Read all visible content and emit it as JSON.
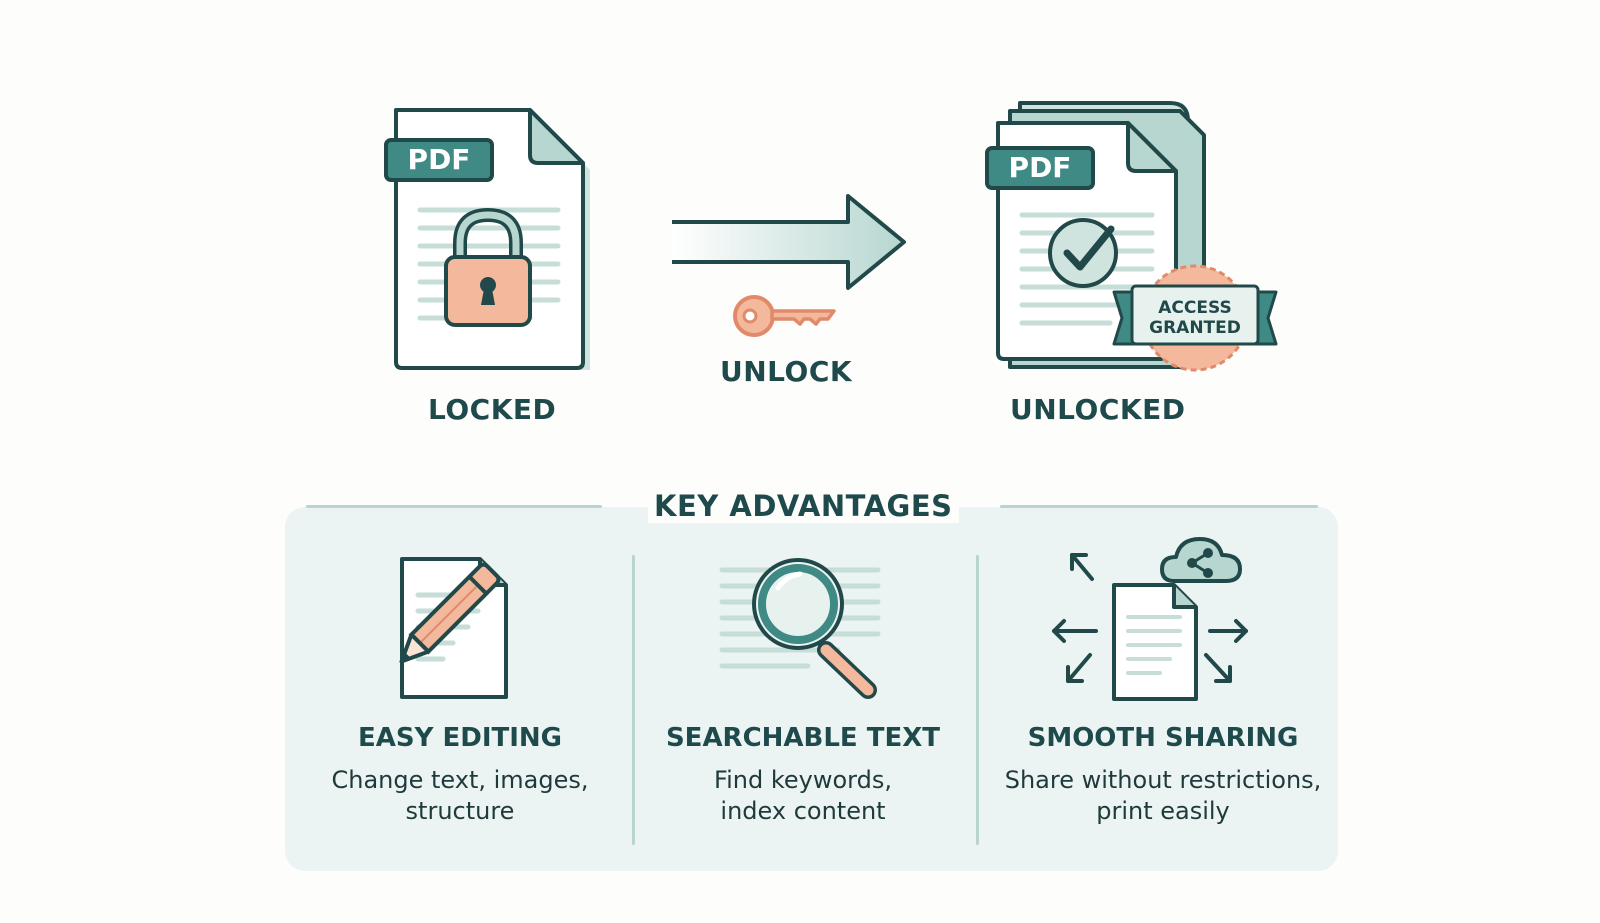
{
  "colors": {
    "outline": "#22494a",
    "teal": "#3f8a84",
    "teal_light": "#b7d6d0",
    "peach": "#f4b99c",
    "panel_bg": "#ebf4f2"
  },
  "locked": {
    "badge": "PDF",
    "label": "LOCKED",
    "icon": "padlock-icon"
  },
  "transition": {
    "label": "UNLOCK",
    "icon": "key-icon"
  },
  "unlocked": {
    "badge": "PDF",
    "label": "UNLOCKED",
    "icon": "checkmark-icon",
    "stamp_line1": "ACCESS",
    "stamp_line2": "GRANTED"
  },
  "advantages": {
    "heading": "KEY ADVANTAGES",
    "items": [
      {
        "icon": "document-pencil-icon",
        "title": "EASY EDITING",
        "desc_line1": "Change text, images,",
        "desc_line2": "structure"
      },
      {
        "icon": "magnifier-icon",
        "title": "SEARCHABLE TEXT",
        "desc_line1": "Find keywords,",
        "desc_line2": "index content"
      },
      {
        "icon": "share-document-icon",
        "title": "SMOOTH SHARING",
        "desc_line1": "Share without restrictions,",
        "desc_line2": "print easily"
      }
    ]
  }
}
